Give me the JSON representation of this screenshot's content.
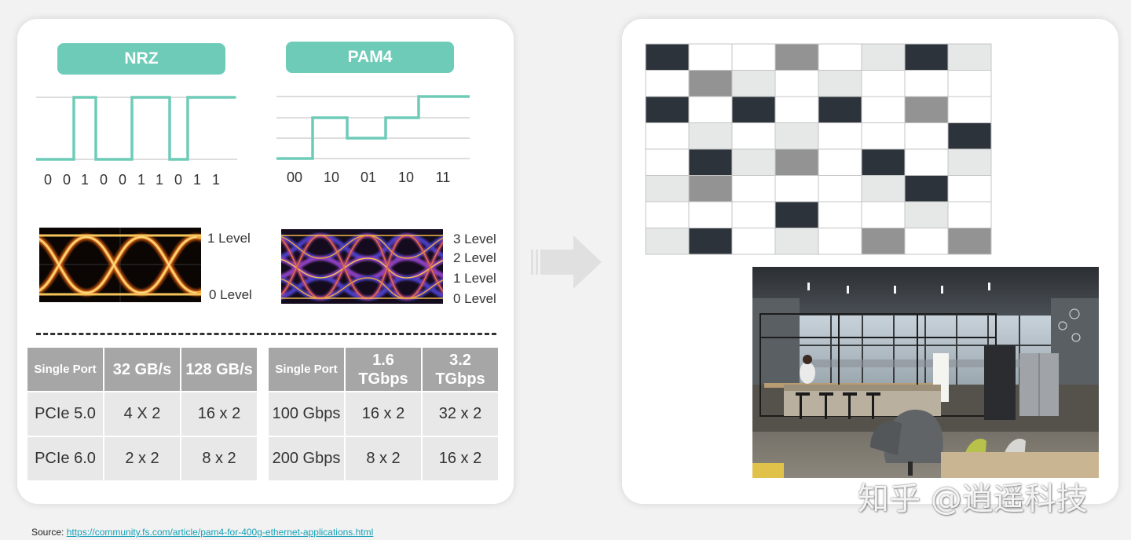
{
  "nrz": {
    "title": "NRZ",
    "bits": [
      "0",
      "0",
      "1",
      "0",
      "0",
      "1",
      "1",
      "0",
      "1",
      "1"
    ],
    "levels": [
      "1 Level",
      "0 Level"
    ]
  },
  "pam4": {
    "title": "PAM4",
    "symbols": [
      "00",
      "10",
      "01",
      "10",
      "11"
    ],
    "levels": [
      "3 Level",
      "2 Level",
      "1 Level",
      "0 Level"
    ]
  },
  "table_nrz": {
    "header": [
      "Single Port",
      "32 GB/s",
      "128 GB/s"
    ],
    "rows": [
      [
        "PCIe 5.0",
        "4 X 2",
        "16 x 2"
      ],
      [
        "PCIe 6.0",
        "2 x 2",
        "8 x 2"
      ]
    ]
  },
  "table_pam4": {
    "header": [
      "Single Port",
      "1.6 TGbps",
      "3.2 TGbps"
    ],
    "rows": [
      [
        "100 Gbps",
        "16 x 2",
        "32 x 2"
      ],
      [
        "200 Gbps",
        "8 x 2",
        "16 x 2"
      ]
    ]
  },
  "grid": {
    "cols": 8,
    "rows": 8,
    "cells": [
      [
        3,
        0,
        0,
        2,
        0,
        1,
        3,
        1
      ],
      [
        0,
        2,
        1,
        0,
        1,
        0,
        0,
        0
      ],
      [
        3,
        0,
        3,
        0,
        3,
        0,
        2,
        0
      ],
      [
        0,
        1,
        0,
        1,
        0,
        0,
        0,
        3
      ],
      [
        0,
        3,
        1,
        2,
        0,
        3,
        0,
        1
      ],
      [
        1,
        2,
        0,
        0,
        0,
        1,
        3,
        0
      ],
      [
        0,
        0,
        0,
        3,
        0,
        0,
        1,
        0
      ],
      [
        1,
        3,
        0,
        1,
        0,
        2,
        0,
        2
      ]
    ],
    "palette": [
      "#ffffff",
      "#e6e7e7",
      "#939393",
      "#2d333b"
    ]
  },
  "colors": {
    "accent": "#6ecbb8",
    "arrow": "#e0e0e0"
  },
  "watermark": "知乎 @逍遥科技",
  "source": {
    "label": "Source: ",
    "url": "https://community.fs.com/article/pam4-for-400g-ethernet-applications.html"
  }
}
